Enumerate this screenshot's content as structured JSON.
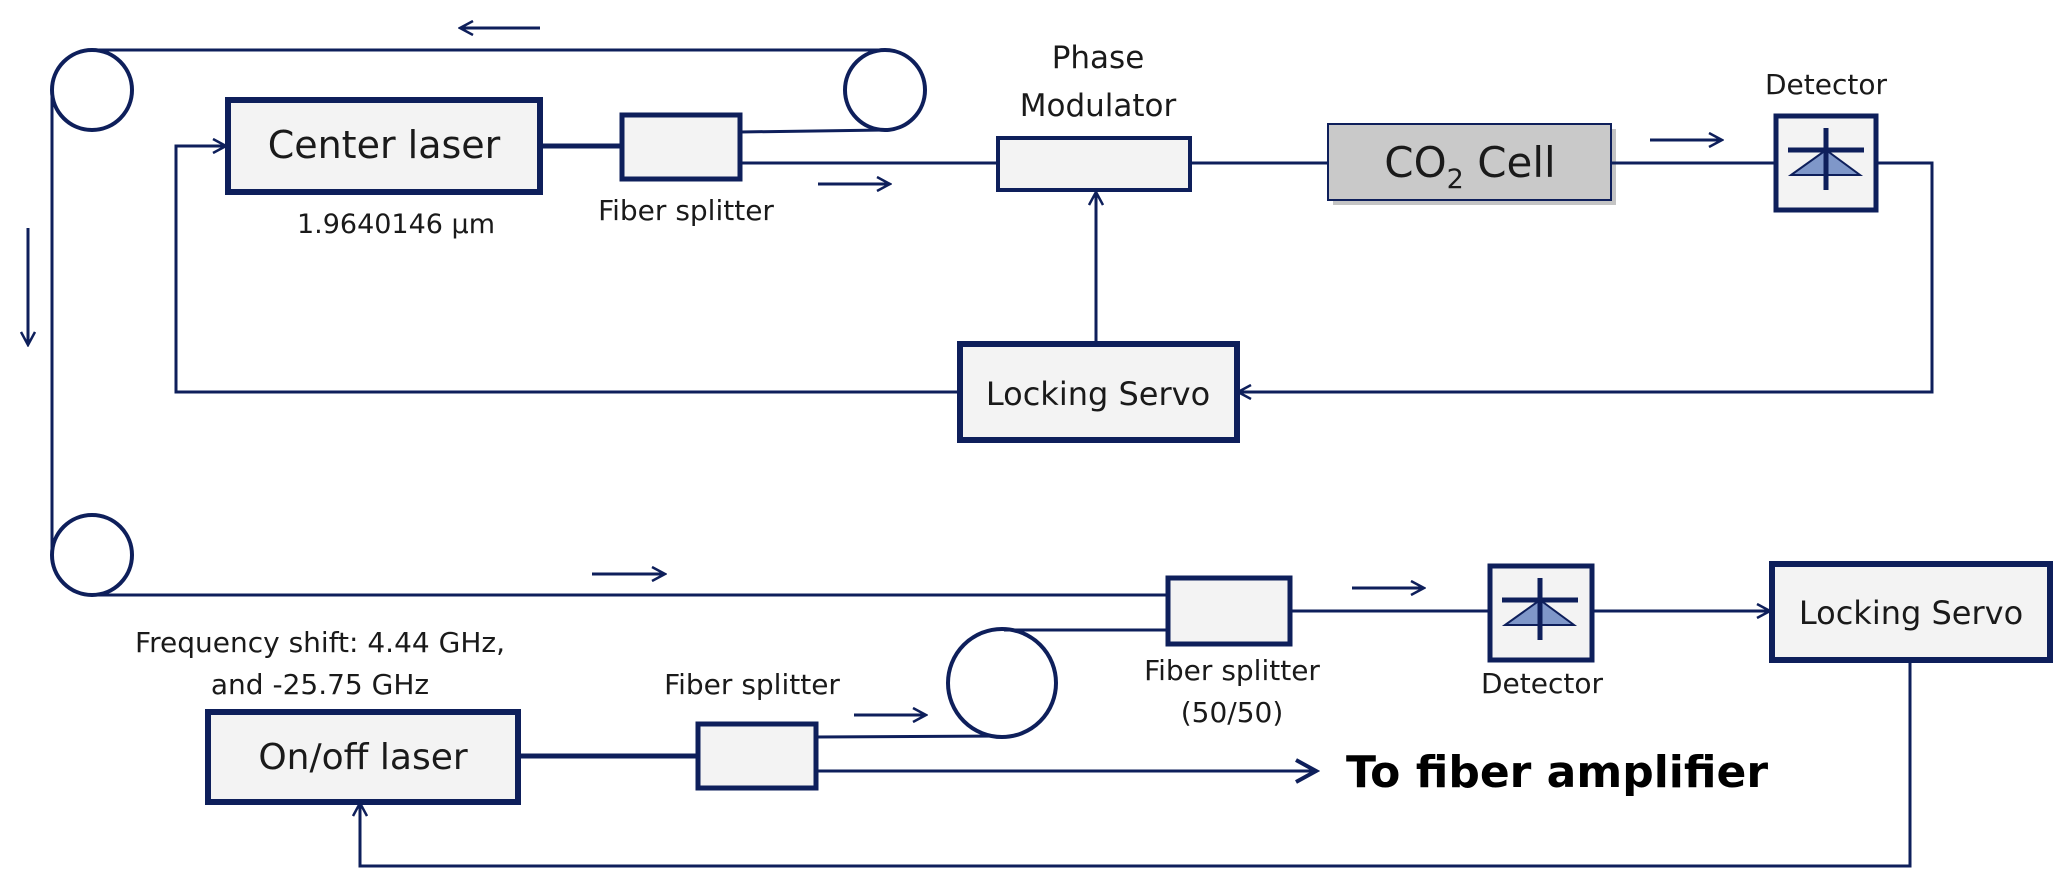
{
  "components": {
    "center_laser": "Center laser",
    "center_wavelength": "1.9640146  μm",
    "fiber_splitter_top": "Fiber splitter",
    "phase_modulator_line1": "Phase",
    "phase_modulator_line2": "Modulator",
    "co2_cell_prefix": "CO",
    "co2_cell_subscript": "2",
    "co2_cell_suffix": " Cell",
    "detector_top": "Detector",
    "locking_servo_top": "Locking Servo",
    "frequency_shift_line1": "Frequency shift: 4.44 GHz,",
    "frequency_shift_line2": "and -25.75 GHz",
    "onoff_laser": "On/off laser",
    "fiber_splitter_bottom": "Fiber splitter",
    "fiber_splitter_5050_line1": "Fiber splitter",
    "fiber_splitter_5050_line2": "(50/50)",
    "detector_bottom": "Detector",
    "locking_servo_bottom": "Locking Servo",
    "output_label": "To fiber amplifier"
  },
  "colors": {
    "line": "#0e1f5b",
    "box_fill": "#f3f3f3",
    "cell_fill": "#c9c9c9",
    "detector_fill": "#7f97c9"
  }
}
